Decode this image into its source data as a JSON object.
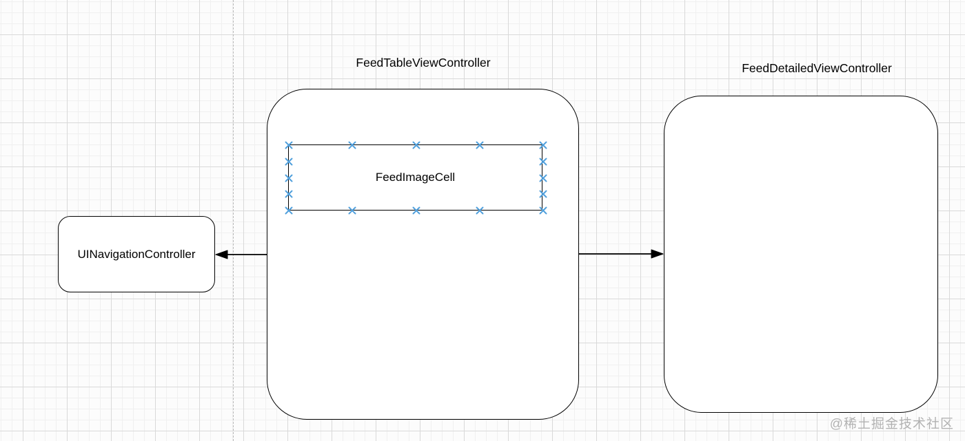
{
  "diagram": {
    "nodes": {
      "uinavigation_controller": {
        "label": "UINavigationController"
      },
      "feed_table_view_controller": {
        "label": "FeedTableViewController"
      },
      "feed_image_cell": {
        "label": "FeedImageCell"
      },
      "feed_detailed_view_controller": {
        "label": "FeedDetailedViewController"
      }
    },
    "colors": {
      "shape_stroke": "#000000",
      "shape_fill": "#ffffff",
      "connection_point_blue": "#51a0dc",
      "grid_minor": "#f0f0f0",
      "grid_major": "#d9d9d9",
      "dashed_guide": "#b9b9b9",
      "watermark_gray": "#b2b2b2"
    }
  },
  "watermark": {
    "text": "@稀土掘金技术社区"
  }
}
